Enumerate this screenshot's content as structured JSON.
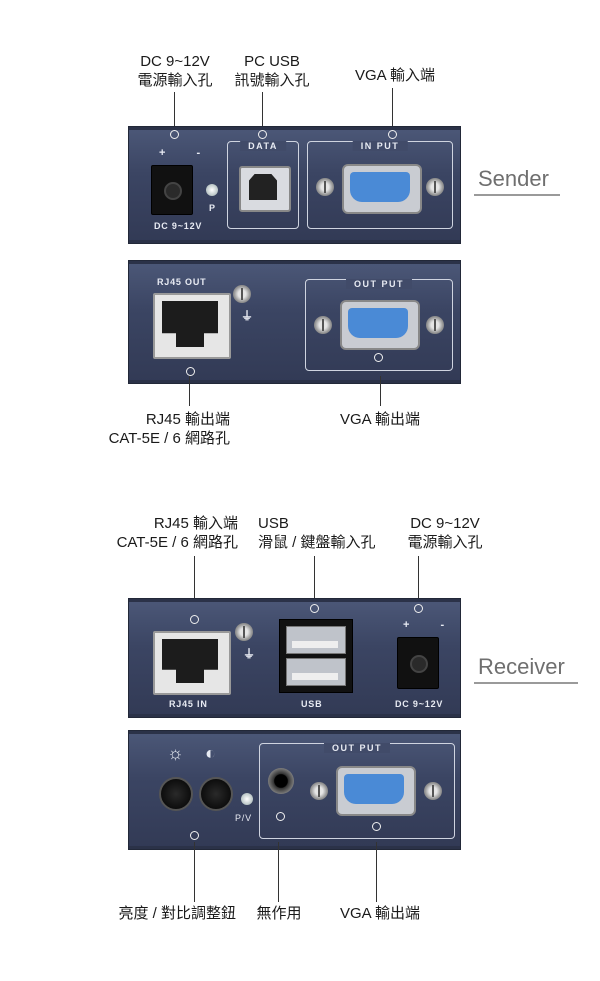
{
  "sender": {
    "side_label": "Sender",
    "callouts": {
      "dc_top": "DC 9~12V",
      "dc_bottom": "電源輸入孔",
      "usb_top": "PC USB",
      "usb_bottom": "訊號輸入孔",
      "vga_in": "VGA 輸入端",
      "rj45_top": "RJ45 輸出端",
      "rj45_bottom": "CAT-5E / 6 網路孔",
      "vga_out": "VGA 輸出端"
    },
    "panel_text": {
      "dc": "DC 9~12V",
      "pwr_sym": "+ -",
      "data": "DATA",
      "p": "P",
      "in_put": "IN PUT",
      "rj45_out": "RJ45  OUT",
      "out_put": "OUT PUT"
    }
  },
  "receiver": {
    "side_label": "Receiver",
    "callouts": {
      "rj45_top": "RJ45 輸入端",
      "rj45_bottom": "CAT-5E / 6 網路孔",
      "usb_top": "USB",
      "usb_bottom": "滑鼠 / 鍵盤輸入孔",
      "dc_top": "DC 9~12V",
      "dc_bottom": "電源輸入孔",
      "knobs": "亮度 / 對比調整鈕",
      "nouse": "無作用",
      "vga_out": "VGA 輸出端"
    },
    "panel_text": {
      "rj45_in": "RJ45  IN",
      "usb": "USB",
      "dc": "DC 9~12V",
      "pwr_sym": "+ -",
      "pv": "P/V",
      "out_put": "OUT PUT",
      "brightness_sym": "☼",
      "contrast_sym": "◐"
    }
  }
}
